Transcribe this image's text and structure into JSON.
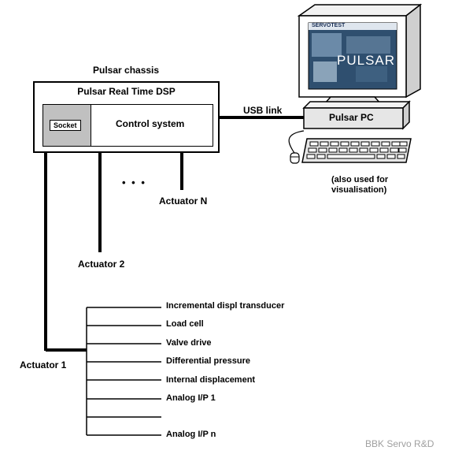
{
  "chassis": {
    "title": "Pulsar chassis"
  },
  "dsp": {
    "title": "Pulsar Real Time DSP",
    "socket": "Socket",
    "control": "Control system"
  },
  "usb": {
    "label": "USB link"
  },
  "pc": {
    "label": "Pulsar PC",
    "note_line1": "(also used for",
    "note_line2": "visualisation)",
    "screen_brand": "SERVOTEST",
    "screen_logo": "PULSAR"
  },
  "actuators": {
    "a1": "Actuator 1",
    "a2": "Actuator 2",
    "an": "Actuator N",
    "dots": "• • •"
  },
  "signals": [
    "Incremental displ transducer",
    "Load cell",
    "Valve drive",
    "Differential pressure",
    "Internal displacement",
    "Analog I/P 1",
    "",
    "Analog I/P n"
  ],
  "footer": {
    "credit": "BBK Servo R&D"
  },
  "colors": {
    "socket_fill": "#c0c0c0",
    "pc_gray": "#e6e6e6",
    "screen_dark": "#2f4f6f"
  }
}
